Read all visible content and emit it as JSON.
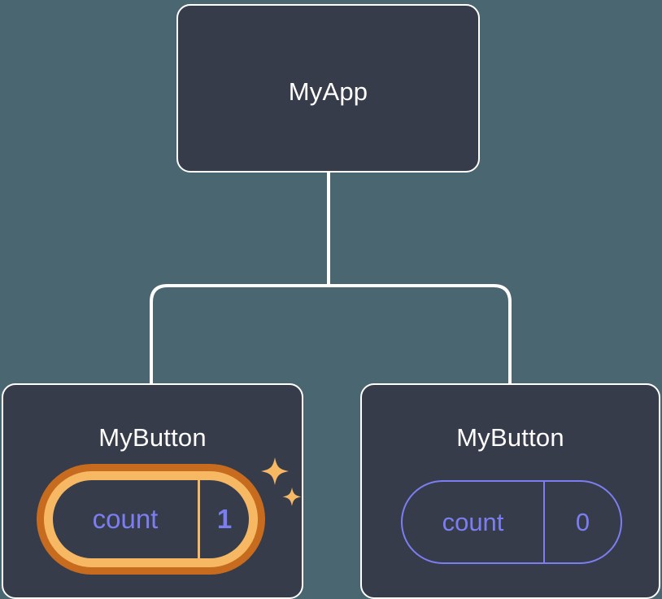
{
  "diagram": {
    "type": "component-tree",
    "background_color": "#4a6670",
    "node_fill_color": "#373c4b",
    "node_border_color": "#ffffff",
    "connector_color": "#ffffff",
    "accent_state_color": "#7b7ef0",
    "highlight_outer_color": "#c76b1e",
    "highlight_inner_color": "#f7b863",
    "sparkle_color": "#f7b863"
  },
  "nodes": {
    "root": {
      "title": "MyApp"
    },
    "child_left": {
      "title": "MyButton",
      "state": {
        "key": "count",
        "value": "1",
        "highlighted": true
      }
    },
    "child_right": {
      "title": "MyButton",
      "state": {
        "key": "count",
        "value": "0",
        "highlighted": false
      }
    }
  },
  "icons": {
    "sparkle_large": "sparkle-icon",
    "sparkle_small": "sparkle-icon"
  }
}
